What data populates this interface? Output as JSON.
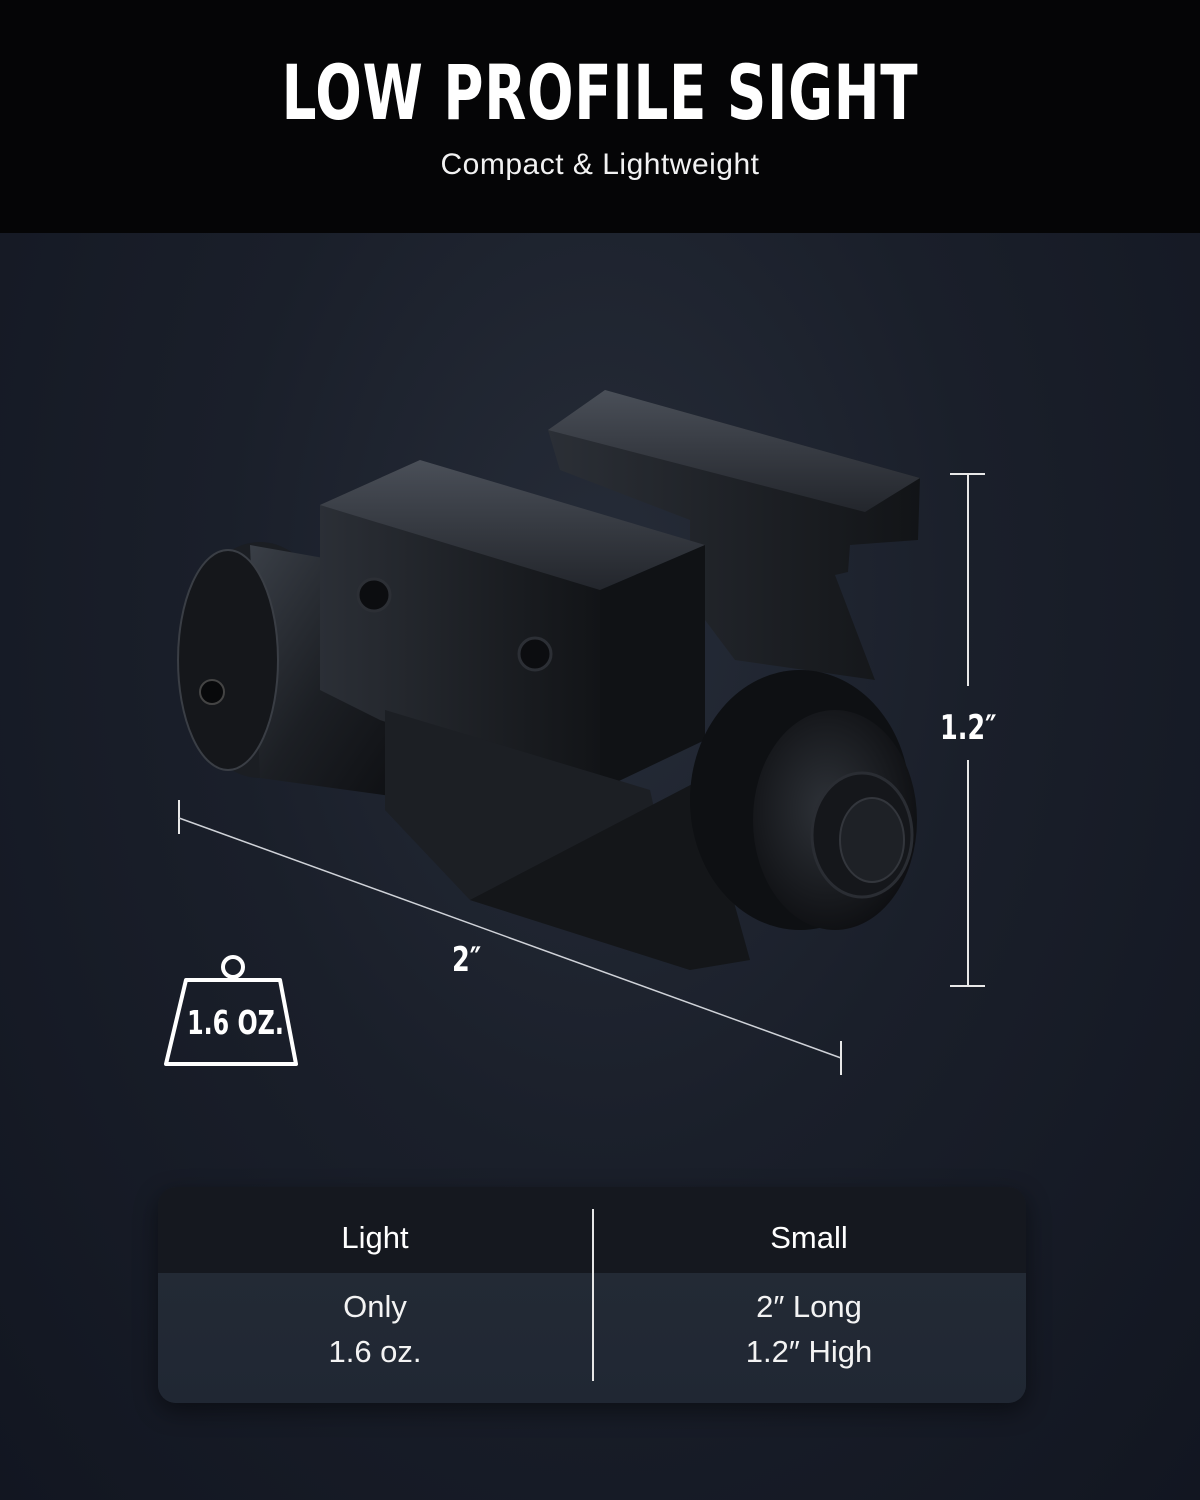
{
  "header": {
    "title": "LOW PROFILE SIGHT",
    "subtitle": "Compact & Lightweight"
  },
  "product": {
    "description": "Compact black laser sight with picatinny rail mount",
    "dimensions": {
      "height_label": "1.2″",
      "length_label": "2″"
    },
    "weight_badge": {
      "icon": "weight-icon",
      "label": "1.6 OZ."
    }
  },
  "specs": {
    "columns": [
      {
        "title": "Light",
        "lines": [
          "Only",
          "1.6 oz."
        ]
      },
      {
        "title": "Small",
        "lines": [
          "2″ Long",
          "1.2″ High"
        ]
      }
    ]
  },
  "colors": {
    "header_bg": "#050506",
    "page_bg": "#1a1f2a",
    "text": "#ffffff",
    "card_head": "#15181f",
    "card_body": "#232a35"
  }
}
